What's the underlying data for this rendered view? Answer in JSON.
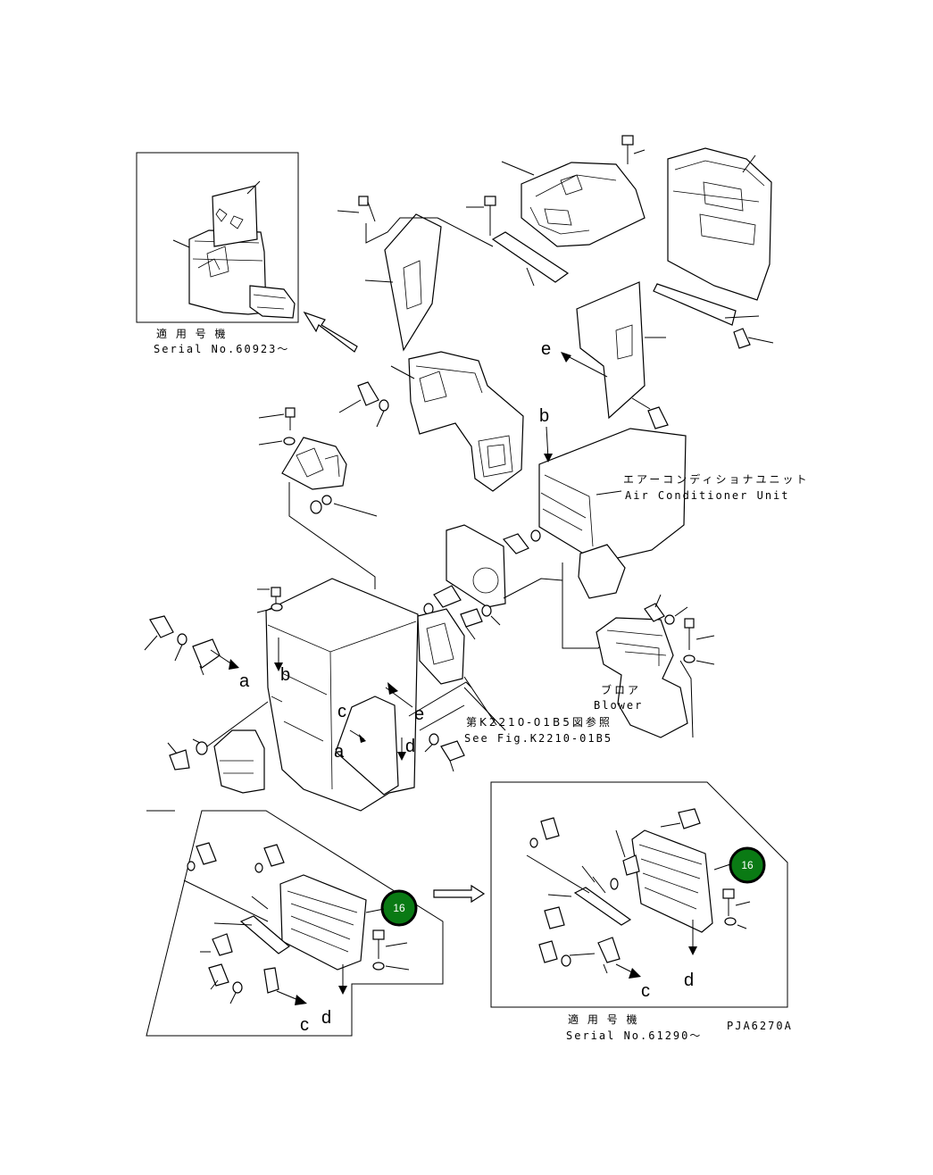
{
  "callouts": {
    "serial_top": {
      "jp": "適 用 号 機",
      "en": "Serial No.60923～"
    },
    "ac_unit": {
      "jp": "エアーコンディショナユニット",
      "en": "Air Conditioner Unit"
    },
    "blower": {
      "jp": "ブロア",
      "en": "Blower"
    },
    "see_fig": {
      "jp": "第K2210-01B5図参照",
      "en": "See Fig.K2210-01B5"
    },
    "serial_bottom": {
      "jp": "適 用 号 機",
      "en": "Serial No.61290～"
    },
    "drawing_code": "PJA6270A"
  },
  "refs": {
    "a": "a",
    "b": "b",
    "c": "c",
    "d": "d",
    "e": "e"
  },
  "badges": [
    "16",
    "16"
  ],
  "colors": {
    "badge_fill": "#0a7a14",
    "badge_ring": "#000000",
    "line": "#000000"
  }
}
